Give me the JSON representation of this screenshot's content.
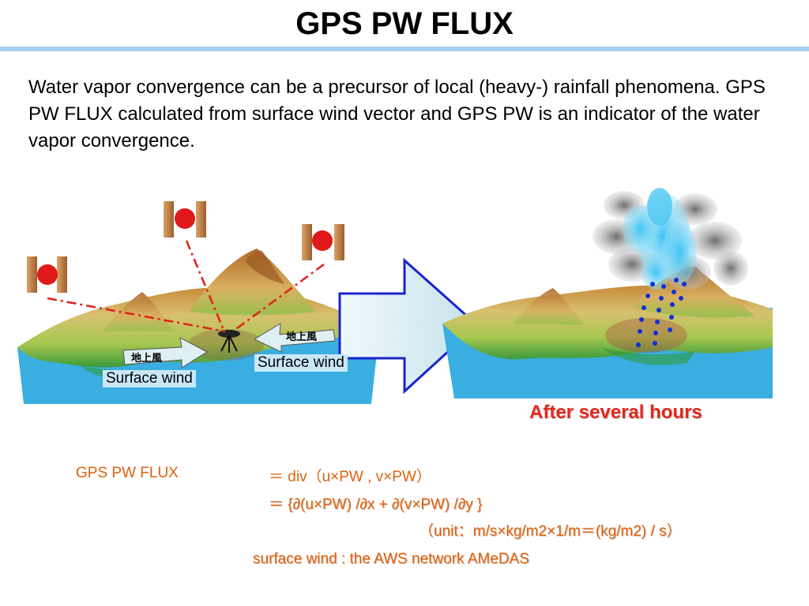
{
  "title": "GPS PW FLUX",
  "intro": "Water vapor convergence can be a precursor of local (heavy-) rainfall phenomena. GPS PW FLUX calculated from surface wind vector and GPS PW is an indicator of the water vapor convergence.",
  "diagram": {
    "wind_label_left": "Surface wind",
    "wind_label_right": "Surface wind",
    "jp_label_left": "地上風",
    "jp_label_right": "地上風",
    "after_label": "After several hours"
  },
  "formula": {
    "lhs": "GPS PW FLUX",
    "line1": "＝ div（u×PW , v×PW）",
    "line2": "＝ {∂(u×PW) /∂x + ∂(v×PW) /∂y }",
    "unit": "（unit：m/s×kg/m2×1/m＝(kg/m2) / s）",
    "source": "surface wind : the AWS network AMeDAS"
  },
  "colors": {
    "title_rule": "#a9cdee",
    "after_text": "#e5281c",
    "formula_text": "#e06010",
    "sea": "#3aaee0",
    "arrow_fill": "#d8eef4",
    "arrow_stroke": "#1a24c8",
    "rain_dots": "#1030d8",
    "cloud_blue": "#5fd0f5",
    "cloud_gray": "#8c8c8c"
  }
}
